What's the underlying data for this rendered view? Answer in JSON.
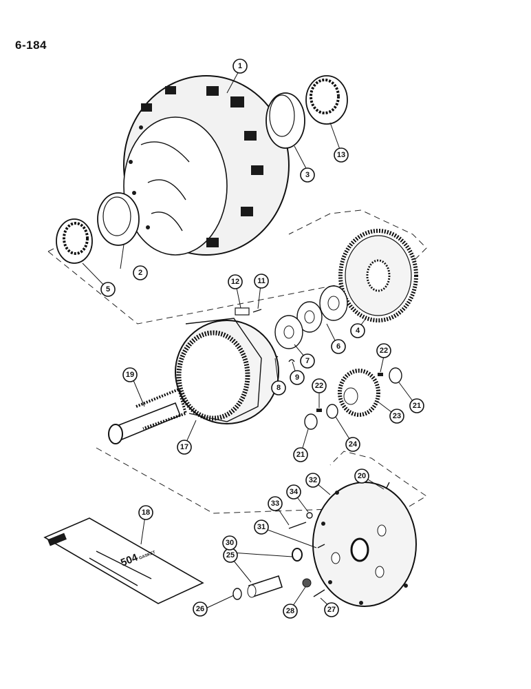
{
  "page_number": "6-184",
  "callouts": [
    {
      "id": "1",
      "label": "1"
    },
    {
      "id": "2",
      "label": "2"
    },
    {
      "id": "3",
      "label": "3"
    },
    {
      "id": "4",
      "label": "4"
    },
    {
      "id": "5",
      "label": "5"
    },
    {
      "id": "6",
      "label": "6"
    },
    {
      "id": "7",
      "label": "7"
    },
    {
      "id": "8",
      "label": "8"
    },
    {
      "id": "9",
      "label": "9"
    },
    {
      "id": "11",
      "label": "11"
    },
    {
      "id": "12",
      "label": "12"
    },
    {
      "id": "13",
      "label": "13"
    },
    {
      "id": "17",
      "label": "17"
    },
    {
      "id": "18",
      "label": "18"
    },
    {
      "id": "19",
      "label": "19"
    },
    {
      "id": "20",
      "label": "20"
    },
    {
      "id": "21a",
      "label": "21"
    },
    {
      "id": "21b",
      "label": "21"
    },
    {
      "id": "22a",
      "label": "22"
    },
    {
      "id": "22b",
      "label": "22"
    },
    {
      "id": "23",
      "label": "23"
    },
    {
      "id": "24",
      "label": "24"
    },
    {
      "id": "25",
      "label": "25"
    },
    {
      "id": "26",
      "label": "26"
    },
    {
      "id": "27",
      "label": "27"
    },
    {
      "id": "28",
      "label": "28"
    },
    {
      "id": "30",
      "label": "30"
    },
    {
      "id": "31",
      "label": "31"
    },
    {
      "id": "32",
      "label": "32"
    },
    {
      "id": "33",
      "label": "33"
    },
    {
      "id": "34",
      "label": "34"
    }
  ],
  "gasket_kit": {
    "code": "504",
    "label": "GASKET"
  }
}
